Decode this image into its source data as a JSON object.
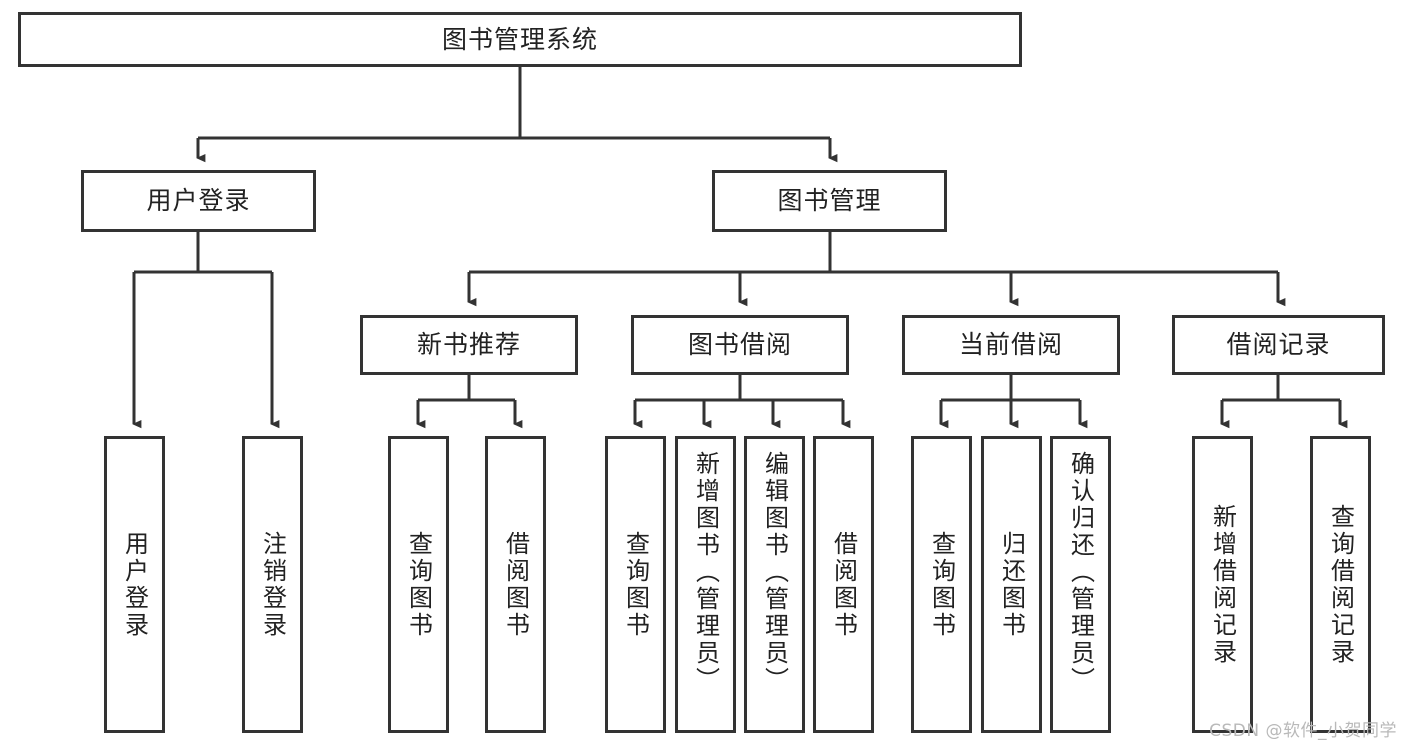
{
  "diagram": {
    "type": "tree-hierarchy",
    "title": "图书管理系统",
    "watermark": "CSDN @软件_小贺同学",
    "colors": {
      "stroke": "#333333",
      "fill": "#ffffff",
      "text": "#222222",
      "watermark": "#b9b9b9"
    },
    "levels": {
      "root": {
        "label": "图书管理系统"
      },
      "level2": [
        {
          "id": "user-login",
          "label": "用户登录"
        },
        {
          "id": "book-manage",
          "label": "图书管理"
        }
      ],
      "level3": [
        {
          "id": "new-book-recommend",
          "label": "新书推荐",
          "parent": "book-manage"
        },
        {
          "id": "book-borrow",
          "label": "图书借阅",
          "parent": "book-manage"
        },
        {
          "id": "current-borrow",
          "label": "当前借阅",
          "parent": "book-manage"
        },
        {
          "id": "borrow-record",
          "label": "借阅记录",
          "parent": "book-manage"
        }
      ],
      "leaves": [
        {
          "id": "leaf-user-login",
          "label": "用户登录",
          "parent": "user-login"
        },
        {
          "id": "leaf-logout",
          "label": "注销登录",
          "parent": "user-login"
        },
        {
          "id": "leaf-query-book-1",
          "label": "查询图书",
          "parent": "new-book-recommend"
        },
        {
          "id": "leaf-borrow-book-1",
          "label": "借阅图书",
          "parent": "new-book-recommend"
        },
        {
          "id": "leaf-query-book-2",
          "label": "查询图书",
          "parent": "book-borrow"
        },
        {
          "id": "leaf-add-book",
          "label": "新增图书（管理员）",
          "parent": "book-borrow"
        },
        {
          "id": "leaf-edit-book",
          "label": "编辑图书（管理员）",
          "parent": "book-borrow"
        },
        {
          "id": "leaf-borrow-book-2",
          "label": "借阅图书",
          "parent": "book-borrow"
        },
        {
          "id": "leaf-query-book-3",
          "label": "查询图书",
          "parent": "current-borrow"
        },
        {
          "id": "leaf-return-book",
          "label": "归还图书",
          "parent": "current-borrow"
        },
        {
          "id": "leaf-confirm-return",
          "label": "确认归还（管理员）",
          "parent": "current-borrow"
        },
        {
          "id": "leaf-add-record",
          "label": "新增借阅记录",
          "parent": "borrow-record"
        },
        {
          "id": "leaf-query-record",
          "label": "查询借阅记录",
          "parent": "borrow-record"
        }
      ]
    }
  }
}
